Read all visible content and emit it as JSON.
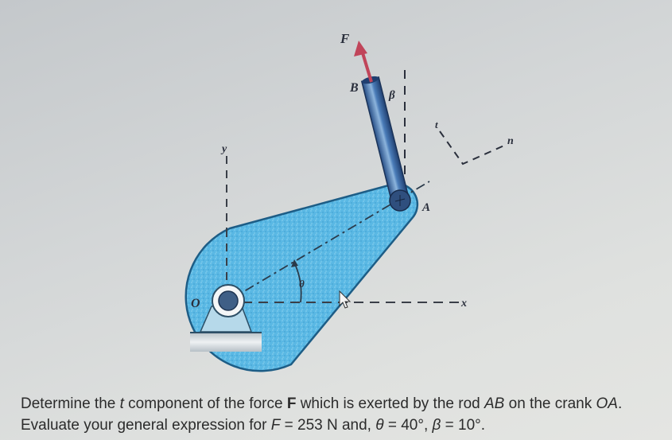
{
  "diagram": {
    "labels": {
      "force": "F",
      "point_b": "B",
      "angle_beta": "β",
      "axis_t": "t",
      "axis_n": "n",
      "axis_y": "y",
      "point_a": "A",
      "angle_theta": "θ",
      "origin": "O",
      "axis_x": "x"
    },
    "colors": {
      "crank_fill": "#5ab8e4",
      "crank_stroke": "#1d5d86",
      "rod": "#3f6fa8",
      "force_arrow": "#c0455a",
      "background": "#d6d8d8"
    }
  },
  "problem": {
    "p1": "Determine the ",
    "t": "t",
    "p2": " component of the force ",
    "F": "F",
    "p3": " which is exerted by the rod ",
    "AB": "AB",
    "p4": " on the crank ",
    "OA": "OA",
    "p5": ". Evaluate your general expression for ",
    "Fvar": "F",
    "p6": " = 253 N and, ",
    "theta": "θ",
    "p7": " = 40°, ",
    "beta": "β",
    "p8": " = 10°."
  }
}
